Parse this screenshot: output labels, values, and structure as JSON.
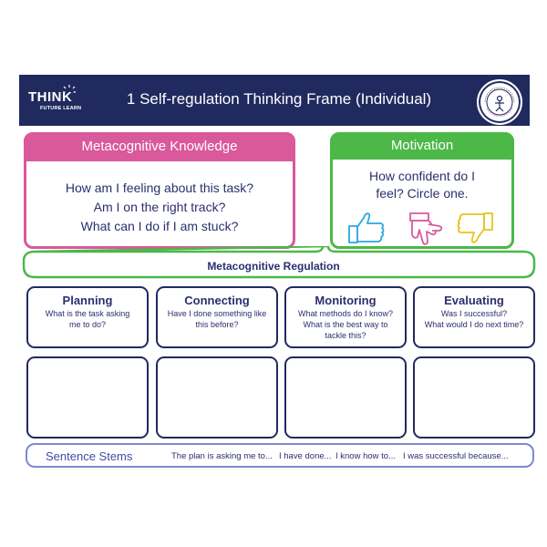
{
  "header": {
    "logo_main": "THINK",
    "logo_sub": "FUTURE LEARN",
    "title": "1 Self-regulation Thinking Frame (Individual)",
    "badge_text": "THINK FUTURE LEARN · PUPIL RESOURCE",
    "bg_color": "#202a5e"
  },
  "metacognitive_knowledge": {
    "heading": "Metacognitive Knowledge",
    "lines": [
      "How am I feeling about this task?",
      "Am I on the right track?",
      "What can I do if I am stuck?"
    ],
    "color": "#d9599c"
  },
  "motivation": {
    "heading": "Motivation",
    "lines": [
      "How confident do I",
      "feel? Circle one."
    ],
    "icons": [
      "thumbs-up-icon",
      "thumbs-sideways-icon",
      "thumbs-down-icon"
    ],
    "color": "#4cb848"
  },
  "regulation": {
    "heading": "Metacognitive Regulation",
    "columns": [
      {
        "title": "Planning",
        "questions": [
          "What is the task asking",
          "me to do?"
        ]
      },
      {
        "title": "Connecting",
        "questions": [
          "Have I done something like",
          "this before?"
        ]
      },
      {
        "title": "Monitoring",
        "questions": [
          "What methods do I know?",
          "What is the best way to",
          "tackle this?"
        ]
      },
      {
        "title": "Evaluating",
        "questions": [
          "Was I successful?",
          "What would I do next time?"
        ]
      }
    ]
  },
  "sentence_stems": {
    "label": "Sentence Stems",
    "stems": [
      "The plan is asking me to...",
      "I have done...",
      "I know how to...",
      "I was successful because..."
    ]
  }
}
